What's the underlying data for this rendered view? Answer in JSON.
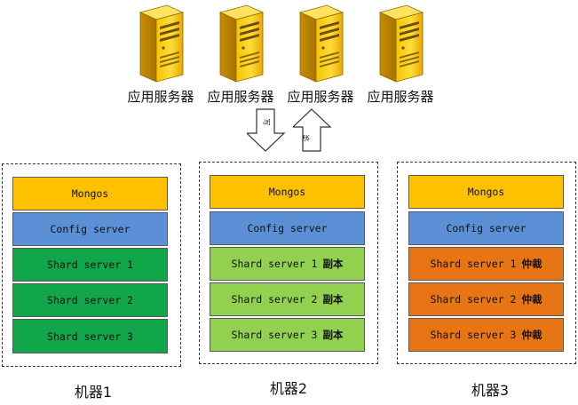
{
  "servers": [
    {
      "label": "应用服务器"
    },
    {
      "label": "应用服务器"
    },
    {
      "label": "应用服务器"
    },
    {
      "label": "应用服务器"
    }
  ],
  "arrows": {
    "write_label": "写",
    "read_label": "读"
  },
  "machines": [
    {
      "label": "机器1",
      "components": [
        {
          "text": "Mongos",
          "suffix": ""
        },
        {
          "text": "Config server",
          "suffix": ""
        },
        {
          "text": "Shard server 1",
          "suffix": ""
        },
        {
          "text": "Shard server 2",
          "suffix": ""
        },
        {
          "text": "Shard server 3",
          "suffix": ""
        }
      ]
    },
    {
      "label": "机器2",
      "components": [
        {
          "text": "Mongos",
          "suffix": ""
        },
        {
          "text": "Config server",
          "suffix": ""
        },
        {
          "text": "Shard server 1",
          "suffix": "副本"
        },
        {
          "text": "Shard server 2",
          "suffix": "副本"
        },
        {
          "text": "Shard server 3",
          "suffix": "副本"
        }
      ]
    },
    {
      "label": "机器3",
      "components": [
        {
          "text": "Mongos",
          "suffix": ""
        },
        {
          "text": "Config server",
          "suffix": ""
        },
        {
          "text": "Shard server 1",
          "suffix": "仲裁"
        },
        {
          "text": "Shard server 2",
          "suffix": "仲裁"
        },
        {
          "text": "Shard server 3",
          "suffix": "仲裁"
        }
      ]
    }
  ],
  "colors": {
    "mongos": "#ffc000",
    "config": "#5b8fd6",
    "shard_primary": "#12a64a",
    "shard_replica": "#92d050",
    "shard_arbiter": "#e87515"
  }
}
